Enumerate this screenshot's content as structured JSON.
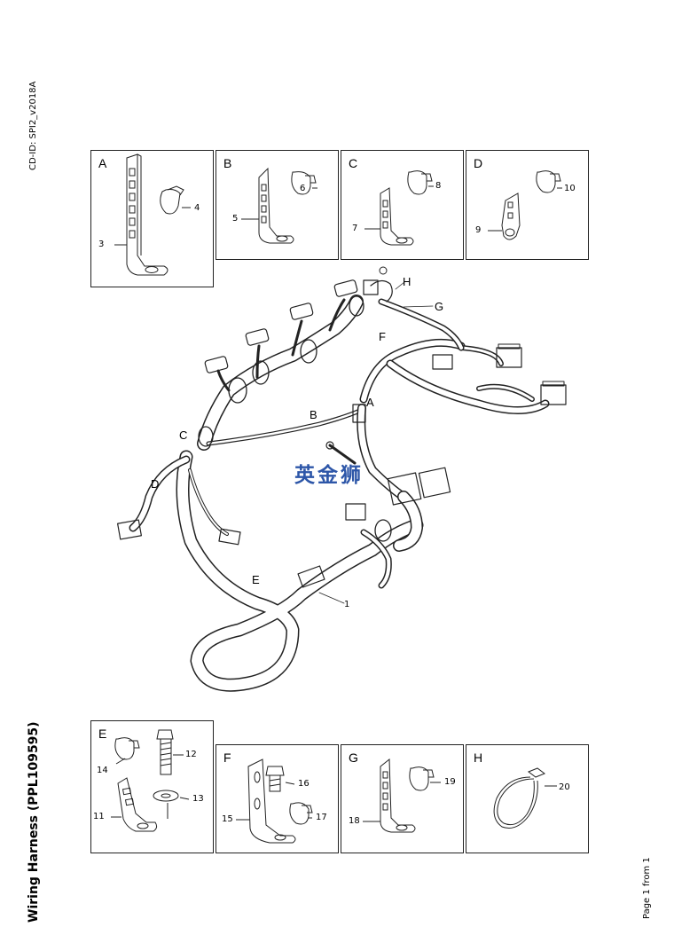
{
  "header": {
    "cd_id": "CD-ID: SPI2_v2018A"
  },
  "footer": {
    "title": "Wiring Harness (PPL109595)",
    "page": "Page 1 from 1"
  },
  "watermark": "英金狮",
  "main_labels": {
    "A": "A",
    "B": "B",
    "C": "C",
    "D": "D",
    "E": "E",
    "F": "F",
    "G": "G",
    "H": "H",
    "part1": "1"
  },
  "boxes": {
    "A": {
      "letter": "A",
      "labels": [
        "3",
        "4"
      ]
    },
    "B": {
      "letter": "B",
      "labels": [
        "5",
        "6"
      ]
    },
    "C": {
      "letter": "C",
      "labels": [
        "7",
        "8"
      ]
    },
    "D": {
      "letter": "D",
      "labels": [
        "9",
        "10"
      ]
    },
    "E": {
      "letter": "E",
      "labels": [
        "14",
        "12",
        "13",
        "11"
      ]
    },
    "F": {
      "letter": "F",
      "labels": [
        "16",
        "15",
        "17"
      ]
    },
    "G": {
      "letter": "G",
      "labels": [
        "19",
        "18"
      ]
    },
    "H": {
      "letter": "H",
      "labels": [
        "20"
      ]
    }
  }
}
